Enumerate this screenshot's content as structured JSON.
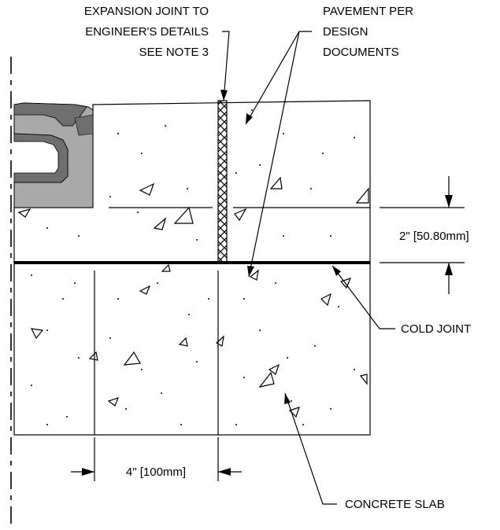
{
  "labels": {
    "expansion_joint": [
      "EXPANSION JOINT TO",
      "ENGINEER'S DETAILS",
      "SEE NOTE 3"
    ],
    "pavement": [
      "PAVEMENT PER",
      "DESIGN",
      "DOCUMENTS"
    ],
    "dimension_vertical": "2\" [50.80mm]",
    "cold_joint": "COLD JOINT",
    "dimension_horizontal": "4\" [100mm]",
    "concrete_slab": "CONCRETE SLAB"
  },
  "colors": {
    "line": "#000000",
    "casting_dark": "#6f6f6f",
    "casting_light": "#a9a9a9",
    "background": "#ffffff"
  }
}
